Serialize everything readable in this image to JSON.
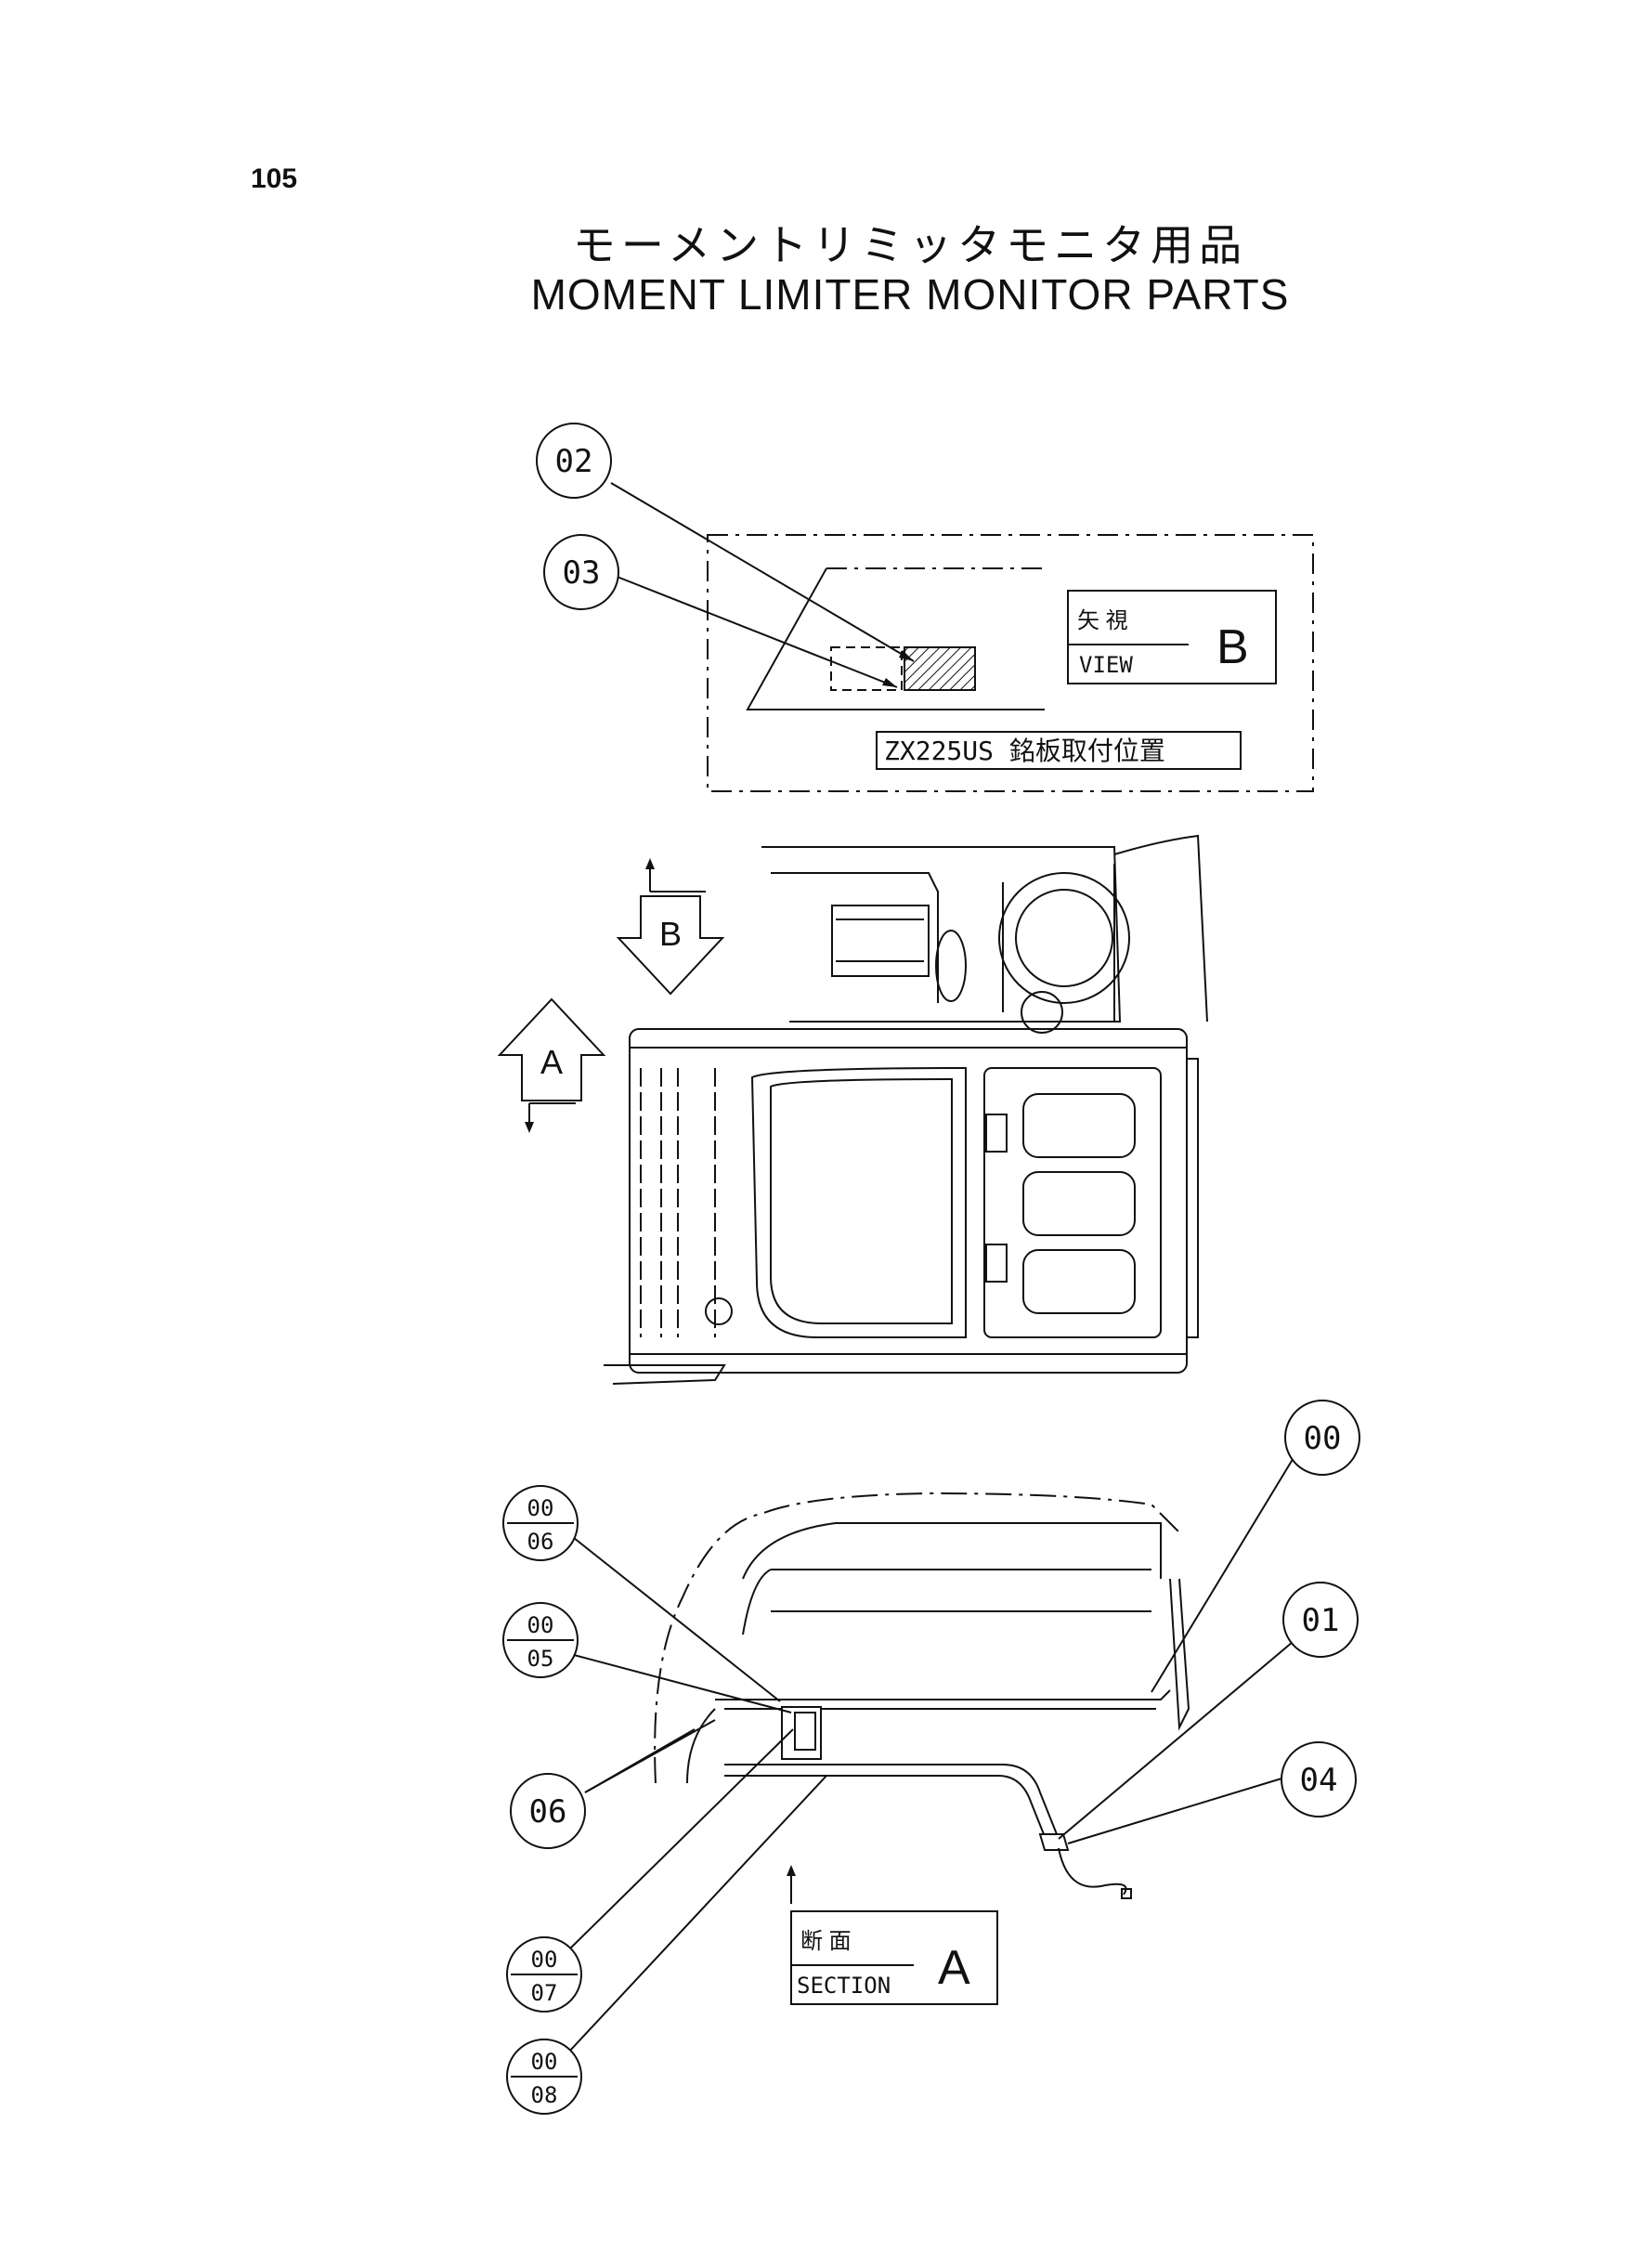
{
  "page": {
    "number": "105"
  },
  "title": {
    "japanese": "モーメントリミッタモニタ用品",
    "english": "MOMENT LIMITER MONITOR PARTS"
  },
  "view_b_box": {
    "label_jp": "矢 視",
    "label_en": "VIEW",
    "letter": "B",
    "nameplate_label": "ZX225US 銘板取付位置"
  },
  "arrows": {
    "view_b": "B",
    "section_a": "A"
  },
  "section_a_box": {
    "label_jp": "断 面",
    "label_en": "SECTION",
    "letter": "A"
  },
  "callouts": {
    "c02": "02",
    "c03": "03",
    "c00": "00",
    "c01": "01",
    "c04": "04",
    "c06": "06",
    "c0006_top": "00",
    "c0006_bottom": "06",
    "c0005_top": "00",
    "c0005_bottom": "05",
    "c0007_top": "00",
    "c0007_bottom": "07",
    "c0008_top": "00",
    "c0008_bottom": "08"
  }
}
